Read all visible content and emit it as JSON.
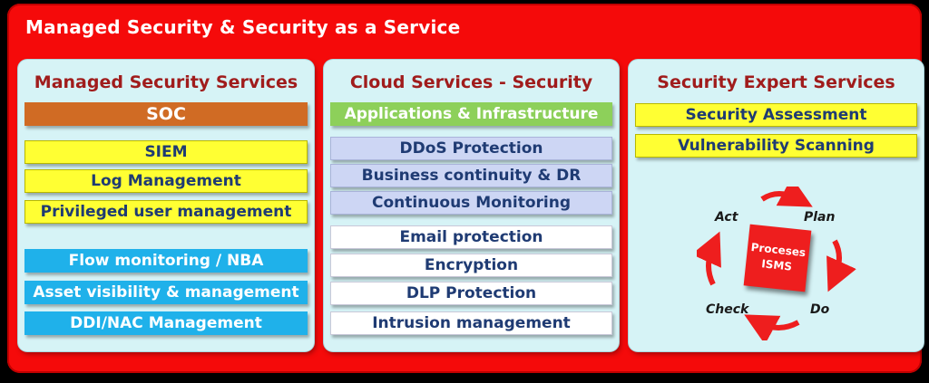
{
  "title": "Managed Security & Security as a Service",
  "panels": {
    "managed": {
      "title": "Managed Security Services",
      "items": [
        "SOC",
        "SIEM",
        "Log Management",
        "Privileged user management",
        "Flow monitoring / NBA",
        "Asset visibility & management",
        "DDI/NAC Management"
      ]
    },
    "cloud": {
      "title": "Cloud Services - Security",
      "items": [
        "Applications & Infrastructure",
        "DDoS Protection",
        "Business continuity & DR",
        "Continuous Monitoring",
        "Email protection",
        "Encryption",
        "DLP Protection",
        "Intrusion management"
      ]
    },
    "expert": {
      "title": "Security Expert Services",
      "items": [
        "Security Assessment",
        "Vulnerability Scanning"
      ],
      "cycle": {
        "center_line1": "Proceses",
        "center_line2": "ISMS",
        "act": "Act",
        "plan": "Plan",
        "do": "Do",
        "check": "Check"
      }
    }
  },
  "colors": {
    "frame": "#f50a0a",
    "panel_bg": "#d6f3f6",
    "panel_title": "#a01c1c",
    "soc": "#d06b24",
    "yellow": "#ffff33",
    "blue": "#1fb1ea",
    "green": "#8dd05a",
    "lavender": "#cdd6f4",
    "white": "#ffffff",
    "arrow": "#ee1e1e"
  }
}
